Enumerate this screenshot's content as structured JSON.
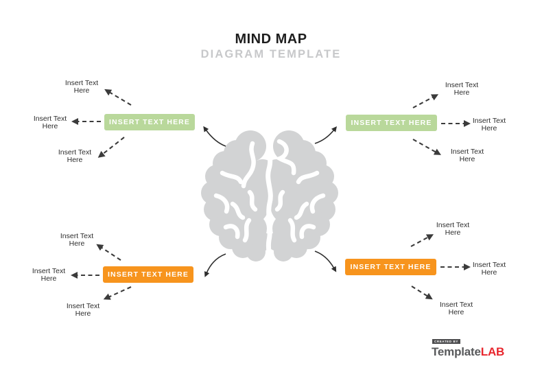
{
  "header": {
    "title": "MIND MAP",
    "subtitle": "DIAGRAM TEMPLATE"
  },
  "colors": {
    "green_box": "#b9d89b",
    "orange_box": "#f7941d",
    "brain_gray": "#d2d3d4",
    "subtitle_gray": "#c7c8ca",
    "arrow_dark": "#3b3b3b",
    "logo_gray": "#58595b",
    "logo_red": "#e8262d"
  },
  "center_icon": "brain-icon",
  "branches": [
    {
      "position": "top-left",
      "label": "INSERT TEXT HERE",
      "color": "#b9d89b",
      "satellites": [
        "Insert Text Here",
        "Insert Text Here",
        "Insert Text Here"
      ]
    },
    {
      "position": "top-right",
      "label": "INSERT TEXT HERE",
      "color": "#b9d89b",
      "satellites": [
        "Insert Text Here",
        "Insert Text Here",
        "Insert Text Here"
      ]
    },
    {
      "position": "bottom-left",
      "label": "INSERT TEXT HERE",
      "color": "#f7941d",
      "satellites": [
        "Insert Text Here",
        "Insert Text Here",
        "Insert Text Here"
      ]
    },
    {
      "position": "bottom-right",
      "label": "INSERT TEXT HERE",
      "color": "#f7941d",
      "satellites": [
        "Insert Text Here",
        "Insert Text Here",
        "Insert Text Here"
      ]
    }
  ],
  "logo": {
    "created_by": "CREATED BY",
    "brand_gray": "Template",
    "brand_red": "LAB"
  }
}
